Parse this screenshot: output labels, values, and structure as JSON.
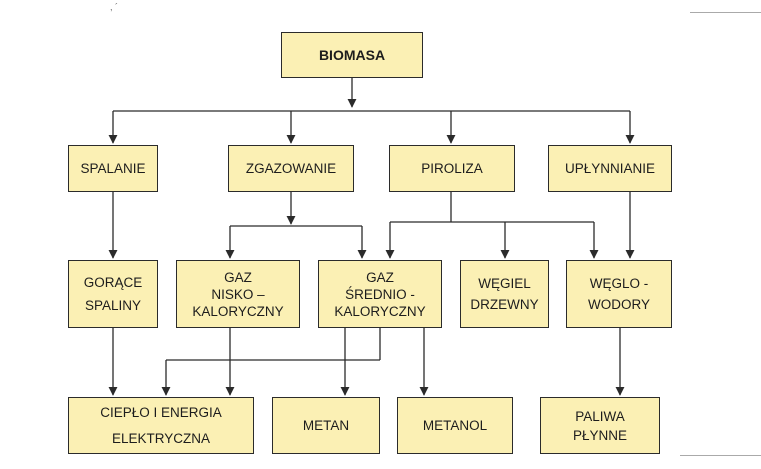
{
  "diagram": {
    "nodes": {
      "root": "BIOMASA",
      "spalanie": "SPALANIE",
      "zgazowanie": "ZGAZOWANIE",
      "piroliza": "PIROLIZA",
      "uplynnianie": "UPŁYNNIANIE",
      "gorace_spaliny": "GORĄCE\nSPALINY",
      "gaz_nisko": "GAZ\nNISKO –\nKALORYCZNY",
      "gaz_srednio": "GAZ\nŚREDNIO -\nKALORYCZNY",
      "wegiel_drzewny": "WĘGIEL\nDRZEWNY",
      "weglowodory": "WĘGLO -\nWODORY",
      "cieplo_energia": "CIEPŁO I ENERGIA\nELEKTRYCZNA",
      "metan": "METAN",
      "metanol": "METANOL",
      "paliwa_plynne": "PALIWA\nPŁYNNE"
    },
    "colors": {
      "box_fill": "#fbf0b4",
      "line": "#2b2b2b"
    }
  }
}
